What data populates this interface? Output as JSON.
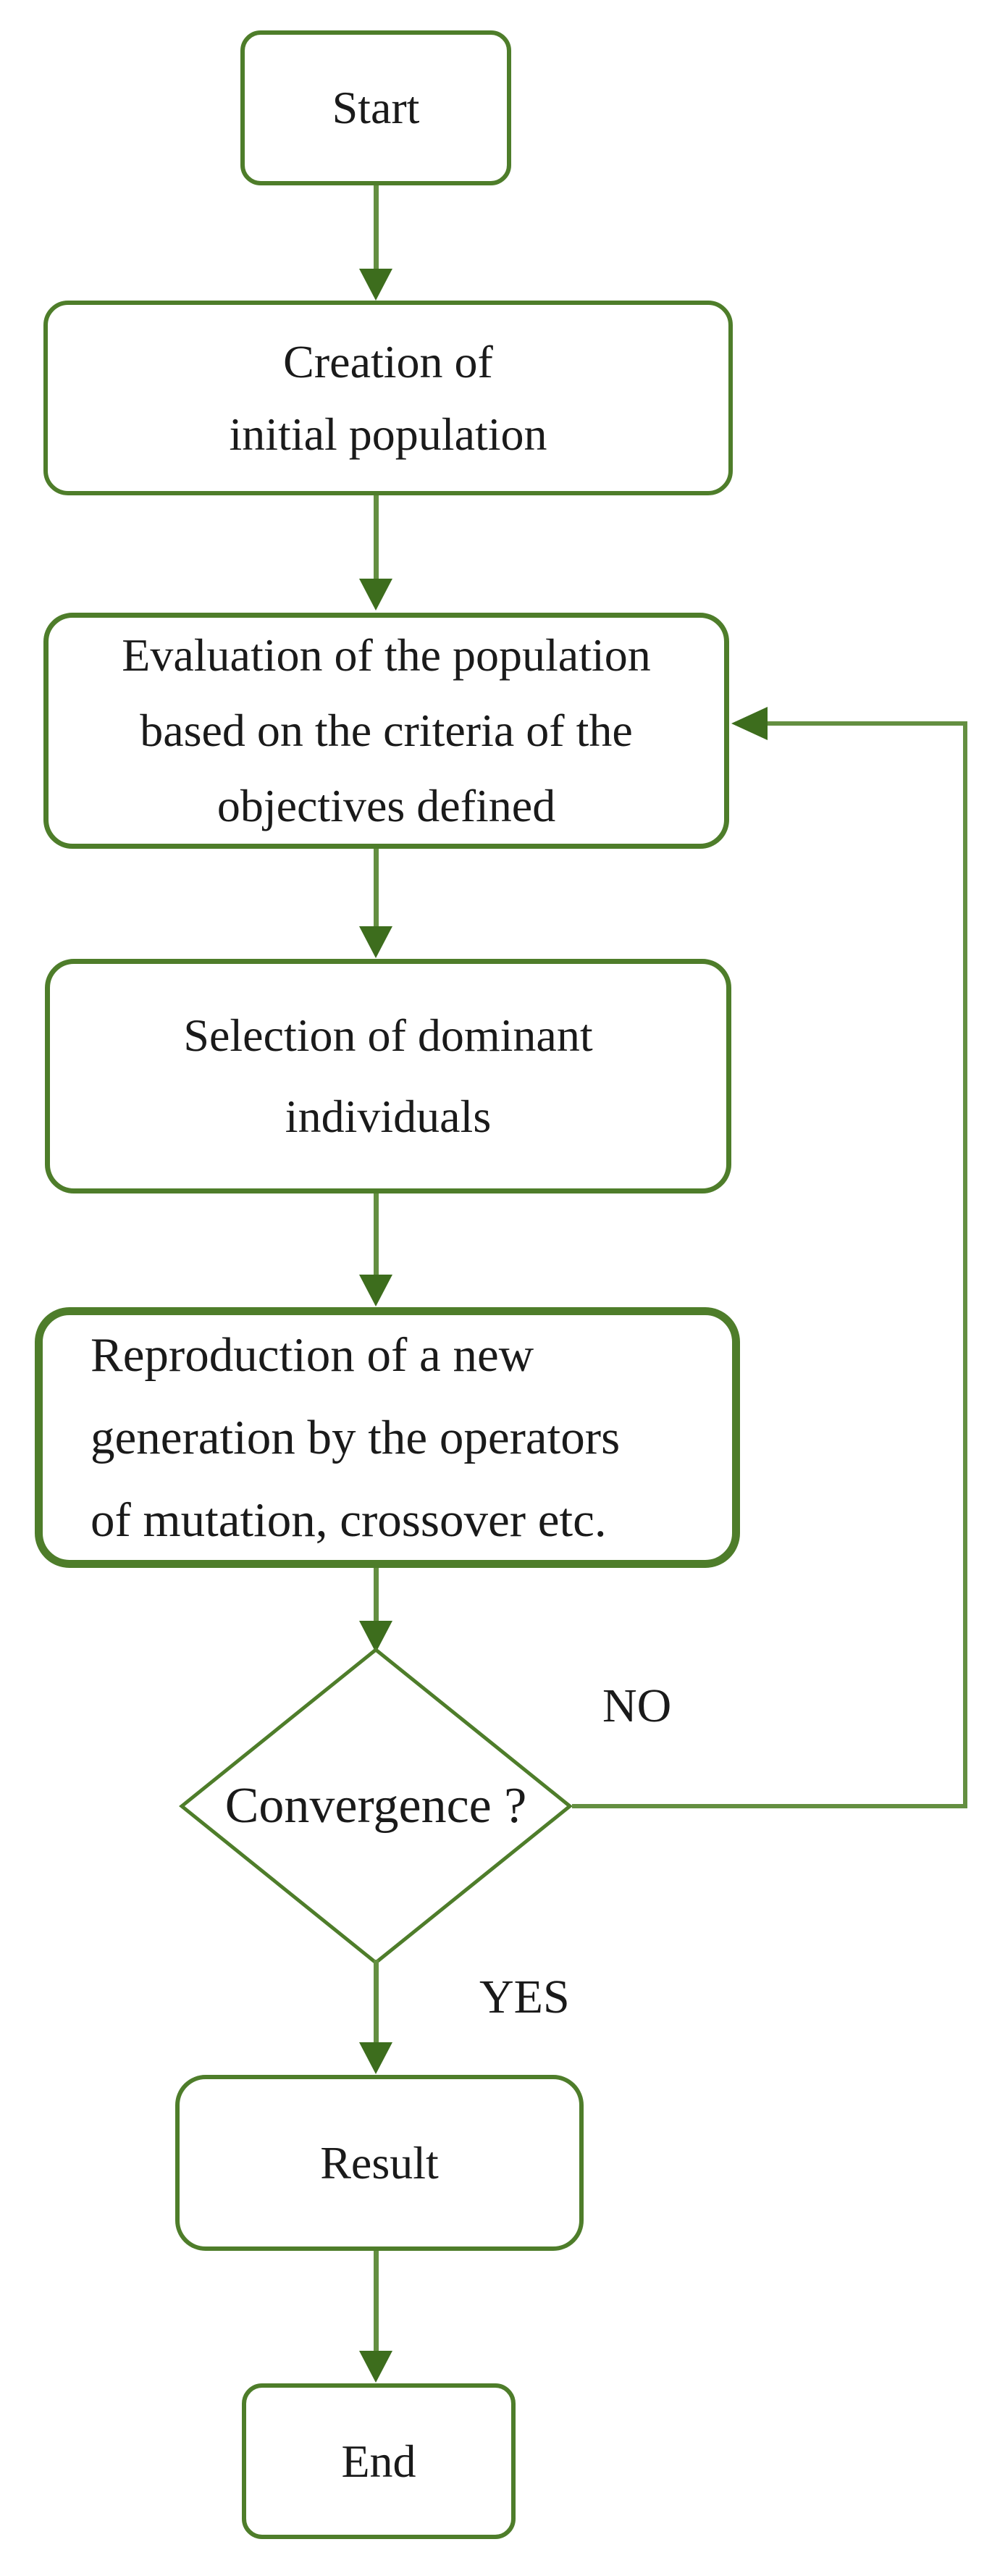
{
  "colors": {
    "shape_stroke": "#4e7d2a",
    "connector_line": "#648f41",
    "arrowhead_fill": "#3d6d1d",
    "text": "#1a1a1a",
    "background": "#ffffff"
  },
  "nodes": {
    "start": {
      "label": "Start"
    },
    "creation": {
      "lines": [
        "Creation of",
        "initial population"
      ]
    },
    "evaluation": {
      "lines": [
        "Evaluation of the population",
        "based on the criteria of the",
        "objectives defined"
      ]
    },
    "selection": {
      "lines": [
        "Selection of dominant",
        "individuals"
      ]
    },
    "reproduction": {
      "lines": [
        "Reproduction of a new",
        "generation by the operators",
        "of mutation, crossover etc."
      ]
    },
    "convergence": {
      "label": "Convergence ?"
    },
    "result": {
      "label": "Result"
    },
    "end": {
      "label": "End"
    }
  },
  "edge_labels": {
    "no": "NO",
    "yes": "YES"
  }
}
